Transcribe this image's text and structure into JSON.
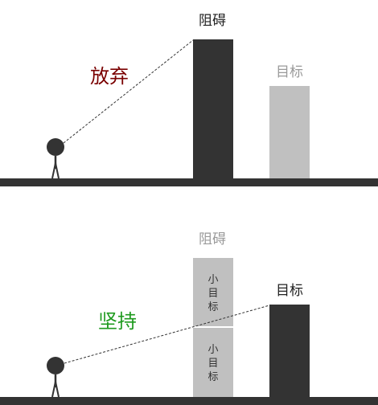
{
  "colors": {
    "dark": "#333333",
    "light": "#c0c0c0",
    "gray_text": "#9a9a9a",
    "give_up": "#7a0000",
    "persist": "#1e9a1e",
    "divider": "#ffffff"
  },
  "scene_top": {
    "obstacle_label": "阻碍",
    "goal_label": "目标",
    "verdict": "放弃"
  },
  "scene_bottom": {
    "obstacle_label": "阻碍",
    "goal_label": "目标",
    "verdict": "坚持",
    "small_goals": [
      {
        "chars": [
          "小",
          "目",
          "标"
        ]
      },
      {
        "chars": [
          "小",
          "目",
          "标"
        ]
      }
    ]
  }
}
